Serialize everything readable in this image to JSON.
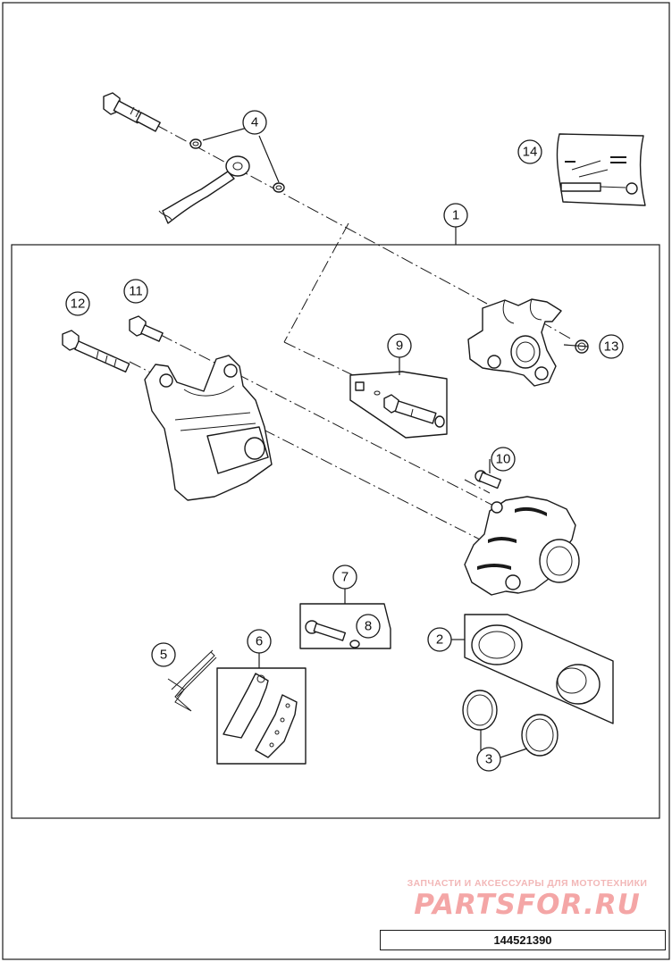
{
  "callouts": {
    "c1": "1",
    "c2": "2",
    "c3": "3",
    "c4": "4",
    "c5": "5",
    "c6": "6",
    "c7": "7",
    "c8": "8",
    "c9": "9",
    "c10": "10",
    "c11": "11",
    "c12": "12",
    "c13": "13",
    "c14": "14"
  },
  "watermark": {
    "tagline": "ЗАПЧАСТИ И АКСЕССУАРЫ ДЛЯ МОТОТЕХНИКИ",
    "logo": "PARTSFOR.RU"
  },
  "drawing_number": "144521390"
}
